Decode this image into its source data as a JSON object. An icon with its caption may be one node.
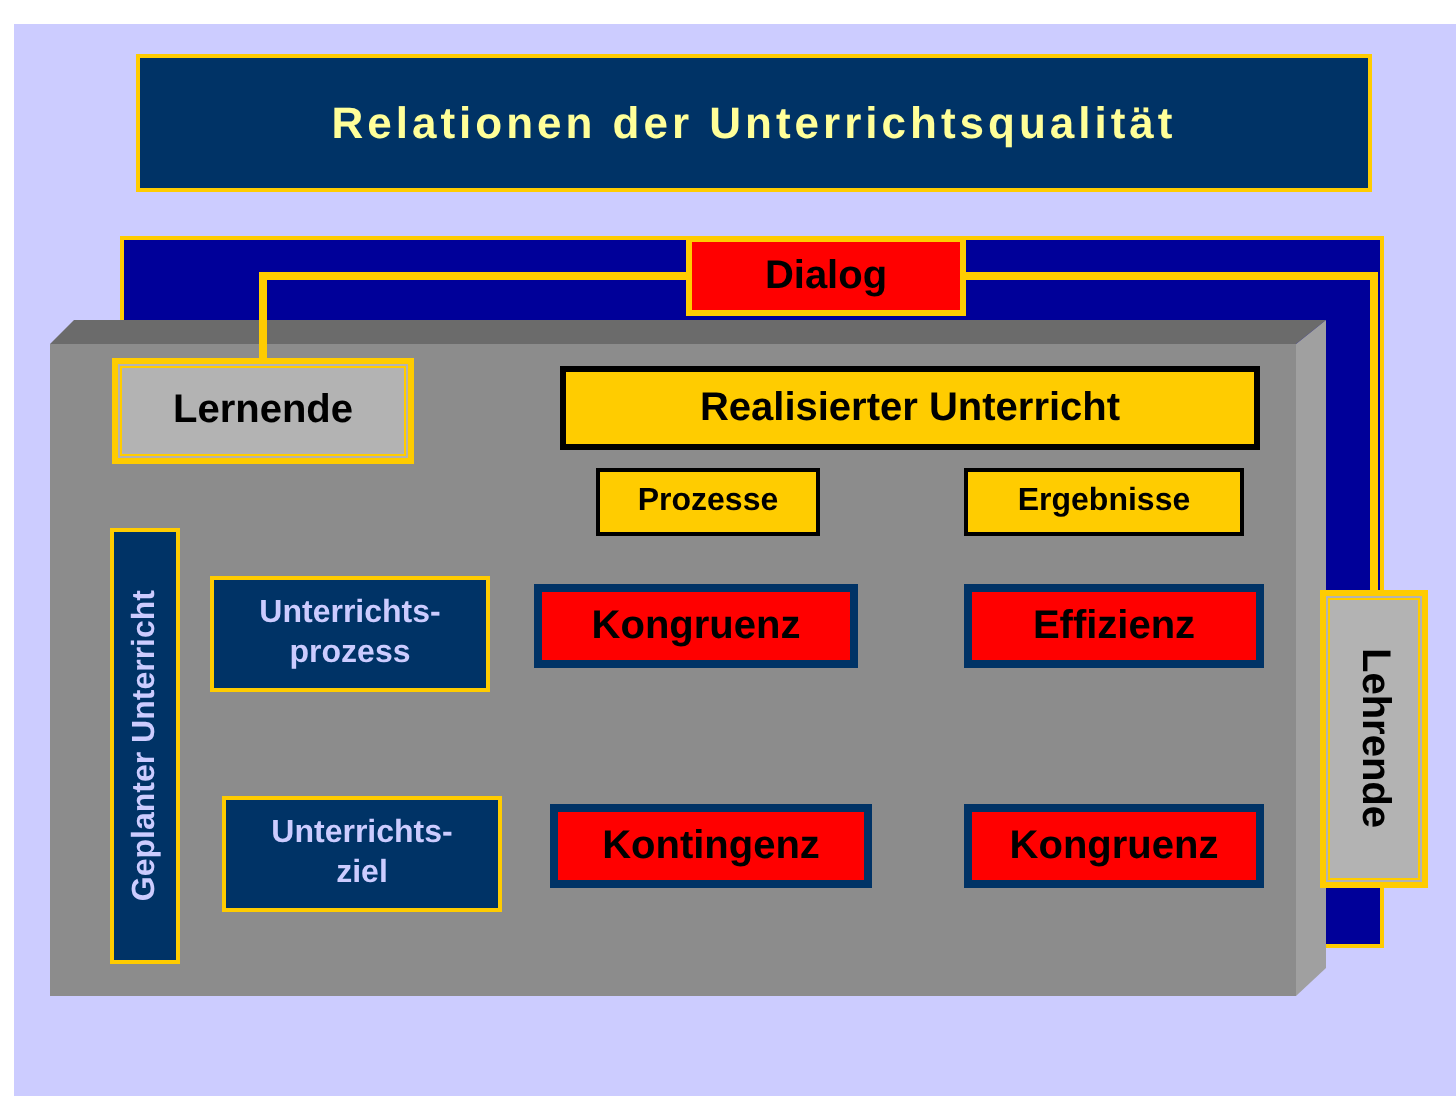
{
  "diagram": {
    "title": "Relationen der Unterrichtsqualität",
    "nodes": [
      {
        "text": [
          "Dialog"
        ]
      },
      {
        "text": [
          "Lernende"
        ]
      },
      {
        "text": [
          "Lehrende"
        ]
      },
      {
        "text": [
          "Realisierter Unterricht"
        ]
      },
      {
        "text": [
          "Prozesse"
        ]
      },
      {
        "text": [
          "Ergebnisse"
        ]
      },
      {
        "text": [
          "Geplanter Unterricht"
        ]
      },
      {
        "text": [
          "Unterrichts- prozess"
        ]
      },
      {
        "text": [
          "Kongruenz"
        ]
      },
      {
        "text": [
          "Effizienz"
        ]
      },
      {
        "text": [
          "Unterrichts- ziel"
        ]
      },
      {
        "text": [
          "Kontingenz"
        ]
      },
      {
        "text": [
          "Kongruenz"
        ]
      }
    ],
    "edges": [
      {
        "from": 0,
        "to": 1,
        "arrow": "none"
      },
      {
        "from": 0,
        "to": 2,
        "arrow": "none"
      }
    ]
  }
}
